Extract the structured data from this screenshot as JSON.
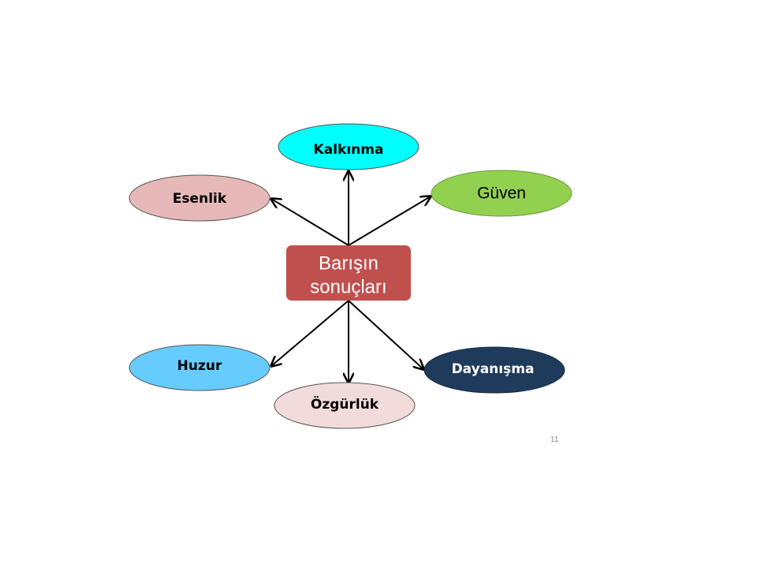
{
  "center": {
    "line1": "Barışın",
    "line2": "sonuçları",
    "fill": "#c0504d"
  },
  "nodes": {
    "kalkinma": {
      "label": "Kalkınma",
      "fill": "#00ffff"
    },
    "guven": {
      "label": "Güven",
      "fill": "#92d050"
    },
    "esenlik": {
      "label": "Esenlik",
      "fill": "#e6b9b8"
    },
    "huzur": {
      "label": "Huzur",
      "fill": "#66ccff"
    },
    "ozgurluk": {
      "label": "Özgürlük",
      "fill": "#f2dcdb"
    },
    "dayanisma": {
      "label": "Dayanışma",
      "fill": "#1f3b5c"
    }
  },
  "page_number": "11"
}
